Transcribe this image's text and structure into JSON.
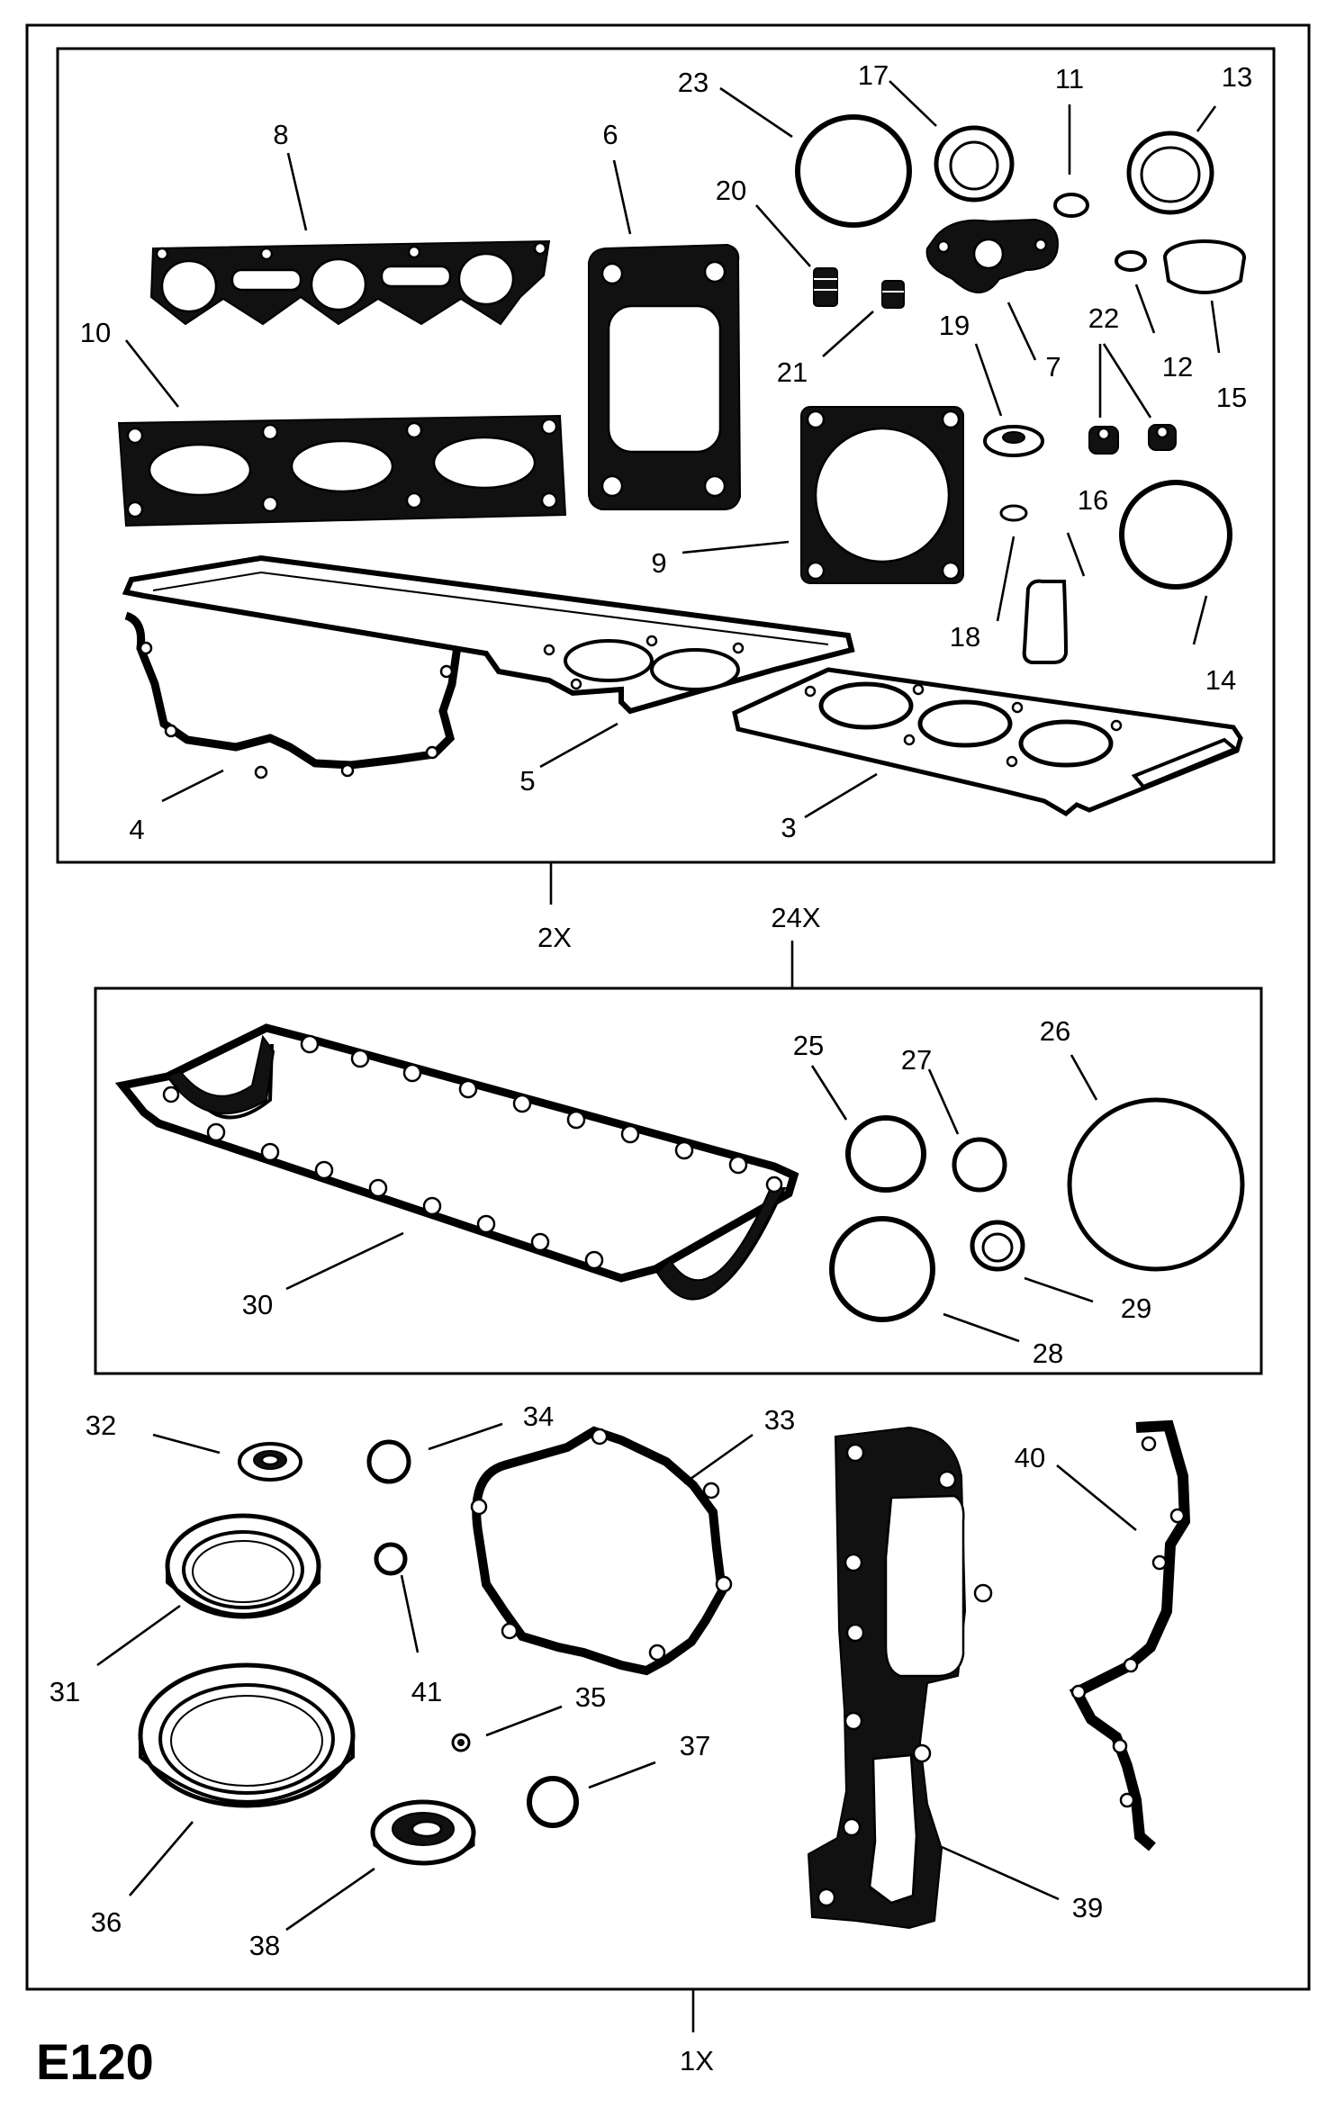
{
  "diagram_code": "E120",
  "groups": {
    "top_kit_qty": "2X",
    "middle_kit_qty": "24X",
    "overall_qty": "1X"
  },
  "callouts": {
    "c1": "3",
    "c2": "4",
    "c3": "5",
    "c4": "6",
    "c5": "7",
    "c6": "8",
    "c7": "9",
    "c8": "10",
    "c9": "11",
    "c10": "12",
    "c11": "13",
    "c12": "14",
    "c13": "15",
    "c14": "16",
    "c15": "17",
    "c16": "18",
    "c17": "19",
    "c18": "20",
    "c19": "21",
    "c20": "22",
    "c21": "23",
    "c22": "25",
    "c23": "26",
    "c24": "27",
    "c25": "28",
    "c26": "29",
    "c27": "30",
    "c28": "31",
    "c29": "32",
    "c30": "33",
    "c31": "34",
    "c32": "35",
    "c33": "36",
    "c34": "37",
    "c35": "38",
    "c36": "39",
    "c37": "40",
    "c38": "41"
  }
}
